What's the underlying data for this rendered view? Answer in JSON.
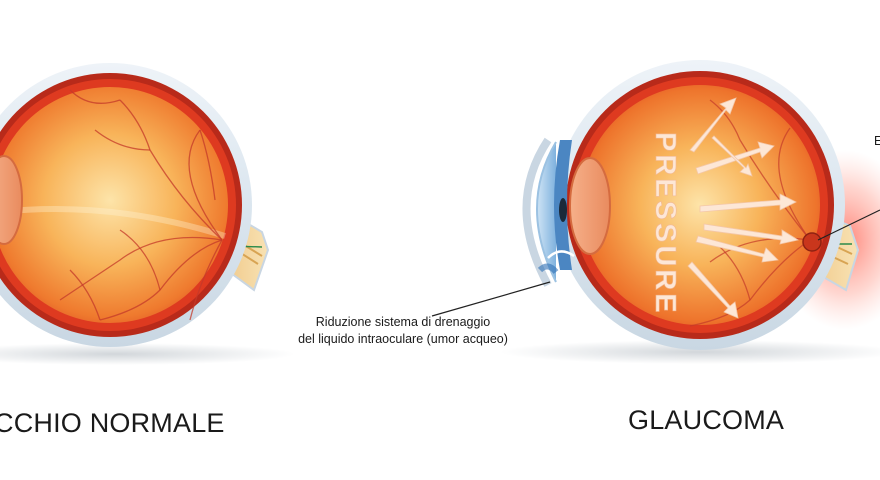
{
  "labels": {
    "normal_eye_title": "CCHIO NORMALE",
    "glaucoma_title": "GLAUCOMA",
    "pressure_text": "PRESSURE",
    "drainage_annotation_line1": "Riduzione sistema di drenaggio",
    "drainage_annotation_line2": "del liquido intraoculare (umor acqueo)",
    "edge_label_fragment": "E"
  },
  "colors": {
    "background": "#ffffff",
    "sclera": "#dfe9f2",
    "retina_red": "#d8341e",
    "vitreous_orange": "#f3a23e",
    "vitreous_center": "#fde2a6",
    "optic_nerve": "#f2d59a",
    "pressure_glow": "#ff6a5a",
    "arrow_fill": "#fde7d6",
    "cornea_blue": "#7fb5df",
    "text": "#1a1a1a"
  },
  "icons": {
    "pressure_arrows": "outward-arrow-icon",
    "leader_lines": "leader-line"
  }
}
